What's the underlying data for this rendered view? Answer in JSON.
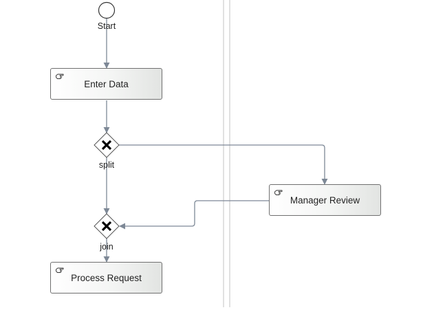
{
  "events": {
    "start_label": "Start"
  },
  "tasks": {
    "enter_data": "Enter Data",
    "manager_review": "Manager Review",
    "process_request": "Process Request"
  },
  "gateways": {
    "split_label": "split",
    "join_label": "join",
    "split_symbol": "exclusive-gateway-x",
    "join_symbol": "exclusive-gateway-x"
  },
  "icons": {
    "task_icon": "hand-pointer-icon"
  },
  "colors": {
    "flow": "#7d8896",
    "lane_line": "#c3c3c3",
    "task_border": "#6f6f6f"
  }
}
